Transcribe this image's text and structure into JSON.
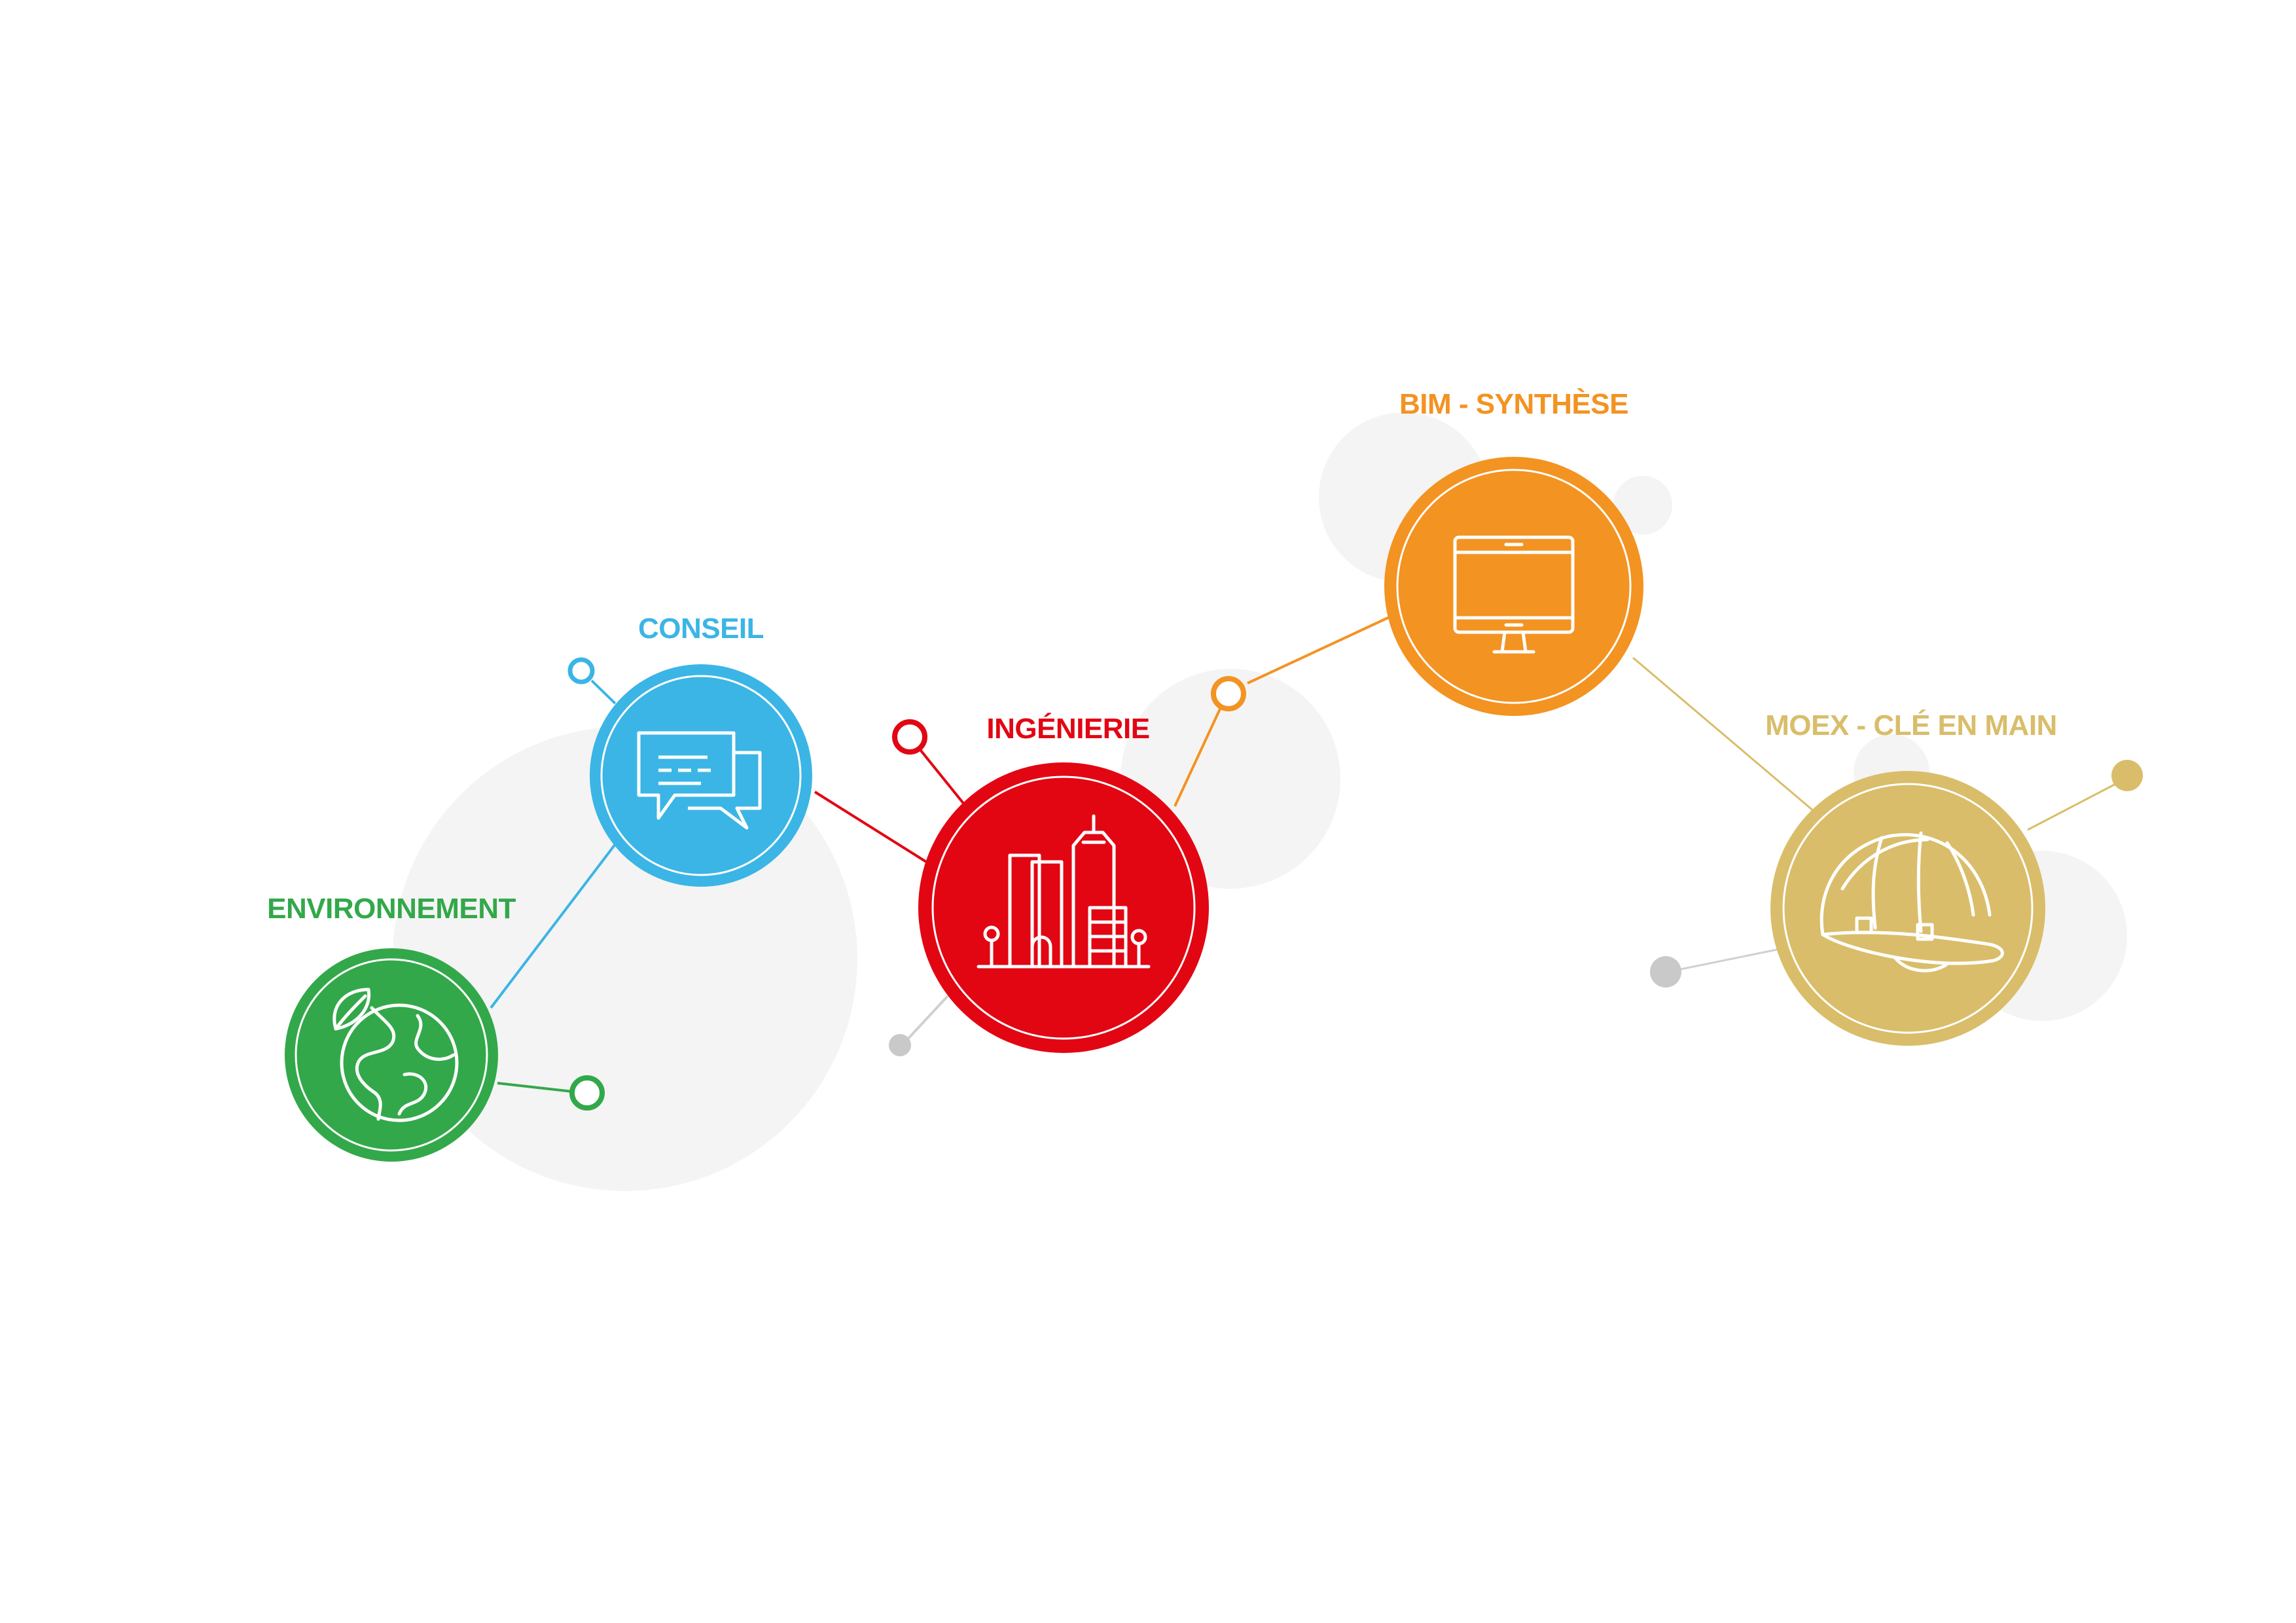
{
  "nodes": [
    {
      "id": "environnement",
      "label": "ENVIRONNEMENT",
      "color": "#33a84a",
      "icon": "globe-leaf-icon"
    },
    {
      "id": "conseil",
      "label": "CONSEIL",
      "color": "#3bb5e5",
      "icon": "speech-bubbles-icon"
    },
    {
      "id": "ingenierie",
      "label": "INGÉNIERIE",
      "color": "#e20613",
      "icon": "city-buildings-icon"
    },
    {
      "id": "bim",
      "label": "BIM - SYNTHÈSE",
      "color": "#f39322",
      "icon": "monitor-icon"
    },
    {
      "id": "moex",
      "label": "MOEX - CLÉ EN MAIN",
      "color": "#d9bd6a",
      "icon": "hard-hat-icon"
    }
  ],
  "colors": {
    "background": "#ffffff",
    "bubble": "#f4f4f4",
    "grey_dot": "#c9c9c9",
    "icon_stroke": "#ffffff"
  }
}
